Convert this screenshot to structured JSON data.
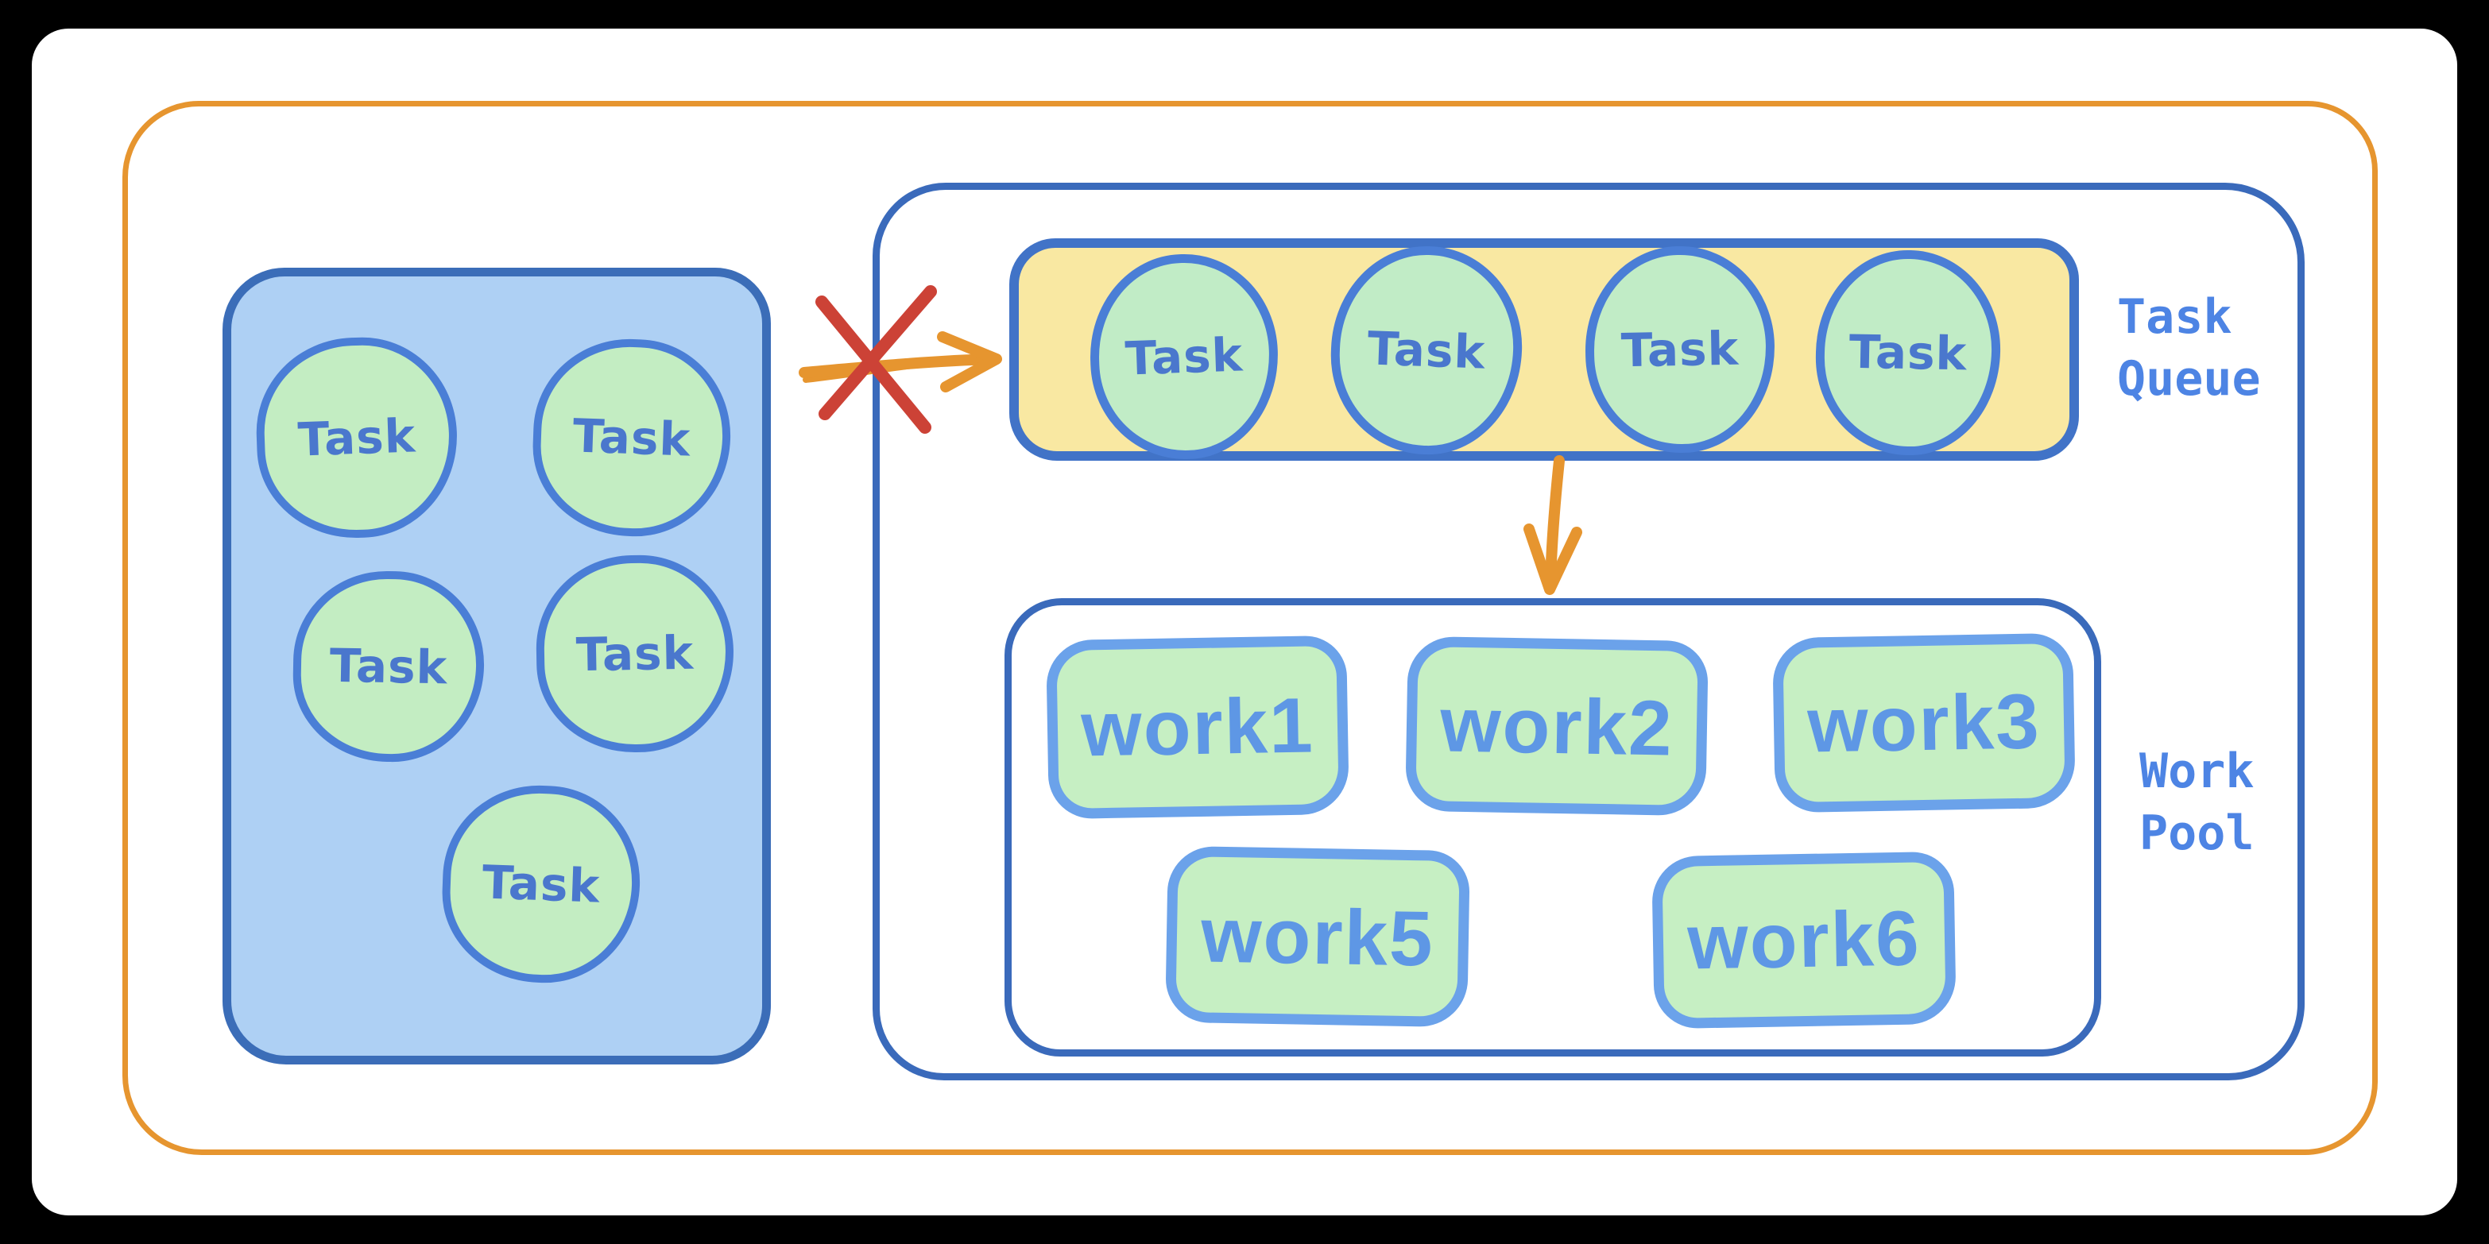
{
  "diagram": {
    "kind": "task-scheduling-diagram",
    "description": "Tasks blocked from entering a bounded Task Queue that feeds a Work Pool"
  },
  "left_box": {
    "tasks": [
      {
        "label": "Task"
      },
      {
        "label": "Task"
      },
      {
        "label": "Task"
      },
      {
        "label": "Task"
      },
      {
        "label": "Task"
      }
    ]
  },
  "task_queue": {
    "label": "Task\nQueue",
    "tasks": [
      {
        "label": "Task"
      },
      {
        "label": "Task"
      },
      {
        "label": "Task"
      },
      {
        "label": "Task"
      }
    ]
  },
  "work_pool": {
    "label": "Work\nPool",
    "workers": [
      {
        "label": "work1"
      },
      {
        "label": "work2"
      },
      {
        "label": "work3"
      },
      {
        "label": "work5"
      },
      {
        "label": "work6"
      }
    ]
  },
  "icons": {
    "blocked_arrow": "crossed-arrow-icon",
    "queue_to_pool": "down-arrow-icon"
  },
  "colors": {
    "background": "#000000",
    "canvas": "#ffffff",
    "orange": "#e6952f",
    "red_cross": "#cc4236",
    "box_fill_blue": "#aed0f4",
    "box_border_blue": "#3b6db8",
    "circle_border_blue": "#4a7ed6",
    "green_fill": "#c3edc2",
    "yellow_fill": "#f9e8a2",
    "work_border_blue": "#6ba2ea",
    "work_text_blue": "#5e97e5",
    "task_text_blue": "#4a77cd",
    "label_blue": "#4d84e4"
  }
}
